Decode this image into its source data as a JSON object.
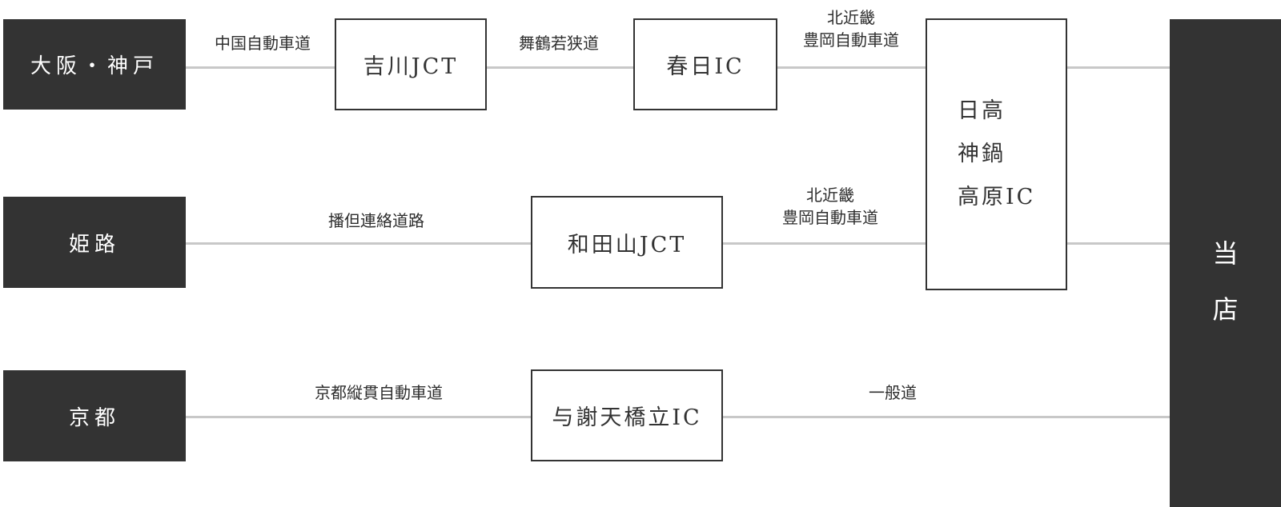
{
  "origins": [
    {
      "name": "大阪・神戸"
    },
    {
      "name": "姫路"
    },
    {
      "name": "京都"
    }
  ],
  "destination": {
    "line1": "当",
    "line2": "店"
  },
  "interchanges": {
    "yoshikawa": "吉川JCT",
    "kasuga": "春日IC",
    "wadayama": "和田山JCT",
    "yosa": "与謝天橋立IC",
    "hidaka": {
      "line1": "日高",
      "line2": "神鍋",
      "line3": "高原IC"
    }
  },
  "roads": {
    "chugoku": "中国自動車道",
    "maizuru": "舞鶴若狭道",
    "kitakinki_top": {
      "line1": "北近畿",
      "line2": "豊岡自動車道"
    },
    "bantan": "播但連絡道路",
    "kitakinki_mid": {
      "line1": "北近畿",
      "line2": "豊岡自動車道"
    },
    "kyoto_jukan": "京都縦貫自動車道",
    "general": "一般道"
  },
  "colors": {
    "dark": "#333333",
    "road": "#c8c8c8",
    "text": "#2e2e2e"
  }
}
